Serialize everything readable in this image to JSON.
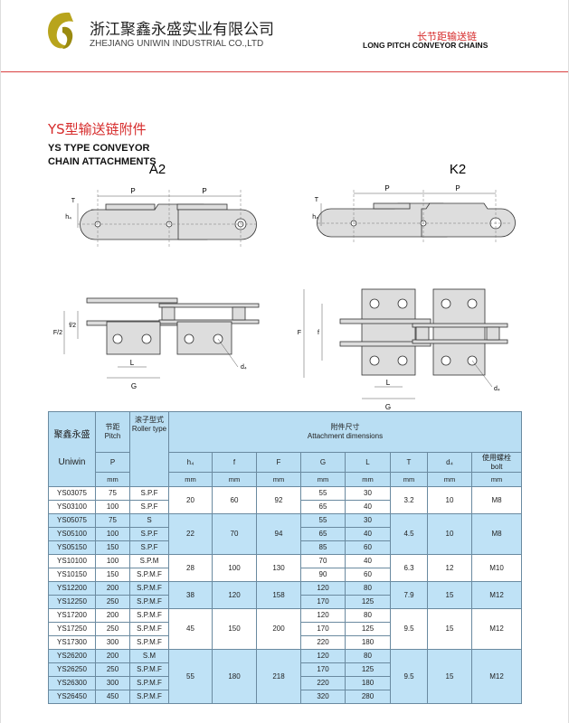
{
  "header": {
    "company_cn": "浙江聚鑫永盛实业有限公司",
    "company_en": "ZHEJIANG UNIWIN INDUSTRIAL CO.,LTD",
    "product_cn": "长节距输送链",
    "product_en": "LONG PITCH CONVEYOR CHAINS",
    "logo_color": "#b8a41c",
    "accent_color": "#d62b2b"
  },
  "section": {
    "title_cn": "YS型输送链附件",
    "title_en_line1": "YS TYPE CONVEYOR",
    "title_en_line2": "CHAIN ATTACHMENTS"
  },
  "diagrams": {
    "a2": {
      "title": "A2",
      "p": "P",
      "t": "T",
      "h4": "h₄",
      "f2": "f/2",
      "F2": "F/2",
      "l": "L",
      "g": "G",
      "d4": "d₄"
    },
    "k2": {
      "title": "K2",
      "p": "P",
      "t": "T",
      "h4": "h₄",
      "f": "f",
      "F": "F",
      "l": "L",
      "g": "G",
      "d4": "d₄"
    }
  },
  "table": {
    "brand_cn": "聚鑫永盛",
    "brand_en": "Uniwin",
    "pitch_cn": "节距",
    "pitch_en": "Pitch",
    "pitch_sym": "P",
    "roller_cn": "滚子型式",
    "roller_en": "Roller type",
    "attach_cn": "附件尺寸",
    "attach_en": "Attachment dimensions",
    "dim_cols": [
      "h₄",
      "f",
      "F",
      "G",
      "L",
      "T",
      "d₄"
    ],
    "bolt_cn": "使用螺栓",
    "bolt_en": "bolt",
    "unit": "mm",
    "groups": [
      {
        "shade": "white",
        "h4": "20",
        "f": "60",
        "F": "92",
        "T": "3.2",
        "d4": "10",
        "bolt": "M8",
        "rows": [
          [
            "YS03075",
            "75",
            "S.P.F",
            "55",
            "30"
          ],
          [
            "YS03100",
            "100",
            "S.P.F",
            "65",
            "40"
          ]
        ]
      },
      {
        "shade": "blue",
        "h4": "22",
        "f": "70",
        "F": "94",
        "T": "4.5",
        "d4": "10",
        "bolt": "M8",
        "rows": [
          [
            "YS05075",
            "75",
            "S",
            "55",
            "30"
          ],
          [
            "YS05100",
            "100",
            "S.P.F",
            "65",
            "40"
          ],
          [
            "YS05150",
            "150",
            "S.P.F",
            "85",
            "60"
          ]
        ]
      },
      {
        "shade": "white",
        "h4": "28",
        "f": "100",
        "F": "130",
        "T": "6.3",
        "d4": "12",
        "bolt": "M10",
        "rows": [
          [
            "YS10100",
            "100",
            "S.P.M",
            "70",
            "40"
          ],
          [
            "YS10150",
            "150",
            "S.P.M.F",
            "90",
            "60"
          ]
        ]
      },
      {
        "shade": "blue",
        "h4": "38",
        "f": "120",
        "F": "158",
        "T": "7.9",
        "d4": "15",
        "bolt": "M12",
        "rows": [
          [
            "YS12200",
            "200",
            "S.P.M.F",
            "120",
            "80"
          ],
          [
            "YS12250",
            "250",
            "S.P.M.F",
            "170",
            "125"
          ]
        ]
      },
      {
        "shade": "white",
        "h4": "45",
        "f": "150",
        "F": "200",
        "T": "9.5",
        "d4": "15",
        "bolt": "M12",
        "rows": [
          [
            "YS17200",
            "200",
            "S.P.M.F",
            "120",
            "80"
          ],
          [
            "YS17250",
            "250",
            "S.P.M.F",
            "170",
            "125"
          ],
          [
            "YS17300",
            "300",
            "S.P.M.F",
            "220",
            "180"
          ]
        ]
      },
      {
        "shade": "blue",
        "h4": "55",
        "f": "180",
        "F": "218",
        "T": "9.5",
        "d4": "15",
        "bolt": "M12",
        "rows": [
          [
            "YS26200",
            "200",
            "S.M",
            "120",
            "80"
          ],
          [
            "YS26250",
            "250",
            "S.P.M.F",
            "170",
            "125"
          ],
          [
            "YS26300",
            "300",
            "S.P.M.F",
            "220",
            "180"
          ],
          [
            "YS26450",
            "450",
            "S.P.M.F",
            "320",
            "280"
          ]
        ]
      }
    ]
  }
}
